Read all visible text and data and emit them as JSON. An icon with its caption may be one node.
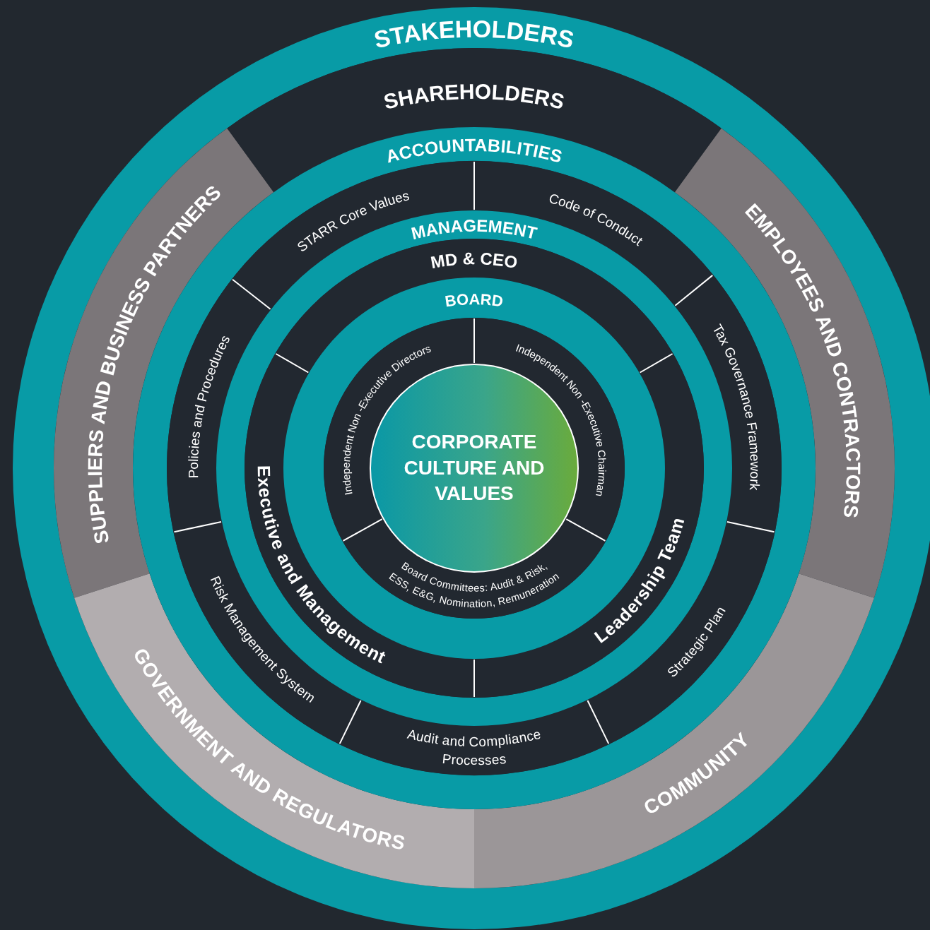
{
  "diagram": {
    "nodes": [
      {
        "text": [
          "STAKEHOLDERS"
        ]
      },
      {
        "text": [
          "SHAREHOLDERS"
        ]
      },
      {
        "text": [
          "SUPPLIERS AND BUSINESS PARTNERS"
        ]
      },
      {
        "text": [
          "EMPLOYEES AND CONTRACTORS"
        ]
      },
      {
        "text": [
          "GOVERNMENT AND REGULATORS"
        ]
      },
      {
        "text": [
          "COMMUNITY"
        ]
      },
      {
        "text": [
          "ACCOUNTABILITIES"
        ]
      },
      {
        "text": [
          "STARR Core Values"
        ]
      },
      {
        "text": [
          "Code of Conduct"
        ]
      },
      {
        "text": [
          "Policies and Procedures"
        ]
      },
      {
        "text": [
          "Tax Governance Framework"
        ]
      },
      {
        "text": [
          "Risk Management System"
        ]
      },
      {
        "text": [
          "Strategic Plan"
        ]
      },
      {
        "text": [
          "Audit and Compliance Processes"
        ]
      },
      {
        "text": [
          "MANAGEMENT"
        ]
      },
      {
        "text": [
          "MD & CEO"
        ]
      },
      {
        "text": [
          "Executive and Management"
        ]
      },
      {
        "text": [
          "Leadership Team"
        ]
      },
      {
        "text": [
          "BOARD"
        ]
      },
      {
        "text": [
          "Independent Non -Executive Directors"
        ]
      },
      {
        "text": [
          "Independent Non -Executive Chairman"
        ]
      },
      {
        "text": [
          "Board Committees: Audit & Risk, ESS, E&G, Nomination, Remuneration"
        ]
      },
      {
        "text": [
          "CORPORATE CULTURE AND VALUES"
        ]
      }
    ]
  }
}
